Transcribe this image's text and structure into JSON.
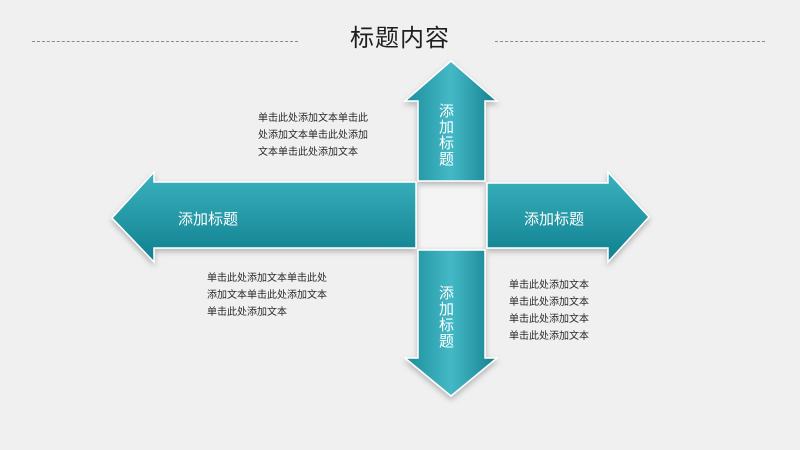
{
  "slide": {
    "title": "标题内容",
    "colors": {
      "accent_dark": "#0f7f8e",
      "accent_light": "#3bb3c1",
      "background": "#f0f0f0"
    },
    "arrows": {
      "up": {
        "label": "添加标题"
      },
      "left": {
        "label": "添加标题"
      },
      "right": {
        "label": "添加标题"
      },
      "down": {
        "label": "添加标题"
      }
    },
    "texts": {
      "top_left": [
        "单击此处添加文本单击此",
        "处添加文本单击此处添加",
        "文本单击此处添加文本"
      ],
      "bottom_left": [
        "单击此处添加文本单击此处",
        "添加文本单击此处添加文本",
        "单击此处添加文本"
      ],
      "bottom_right": [
        "单击此处添加文本",
        "单击此处添加文本",
        "单击此处添加文本",
        "单击此处添加文本"
      ]
    }
  }
}
